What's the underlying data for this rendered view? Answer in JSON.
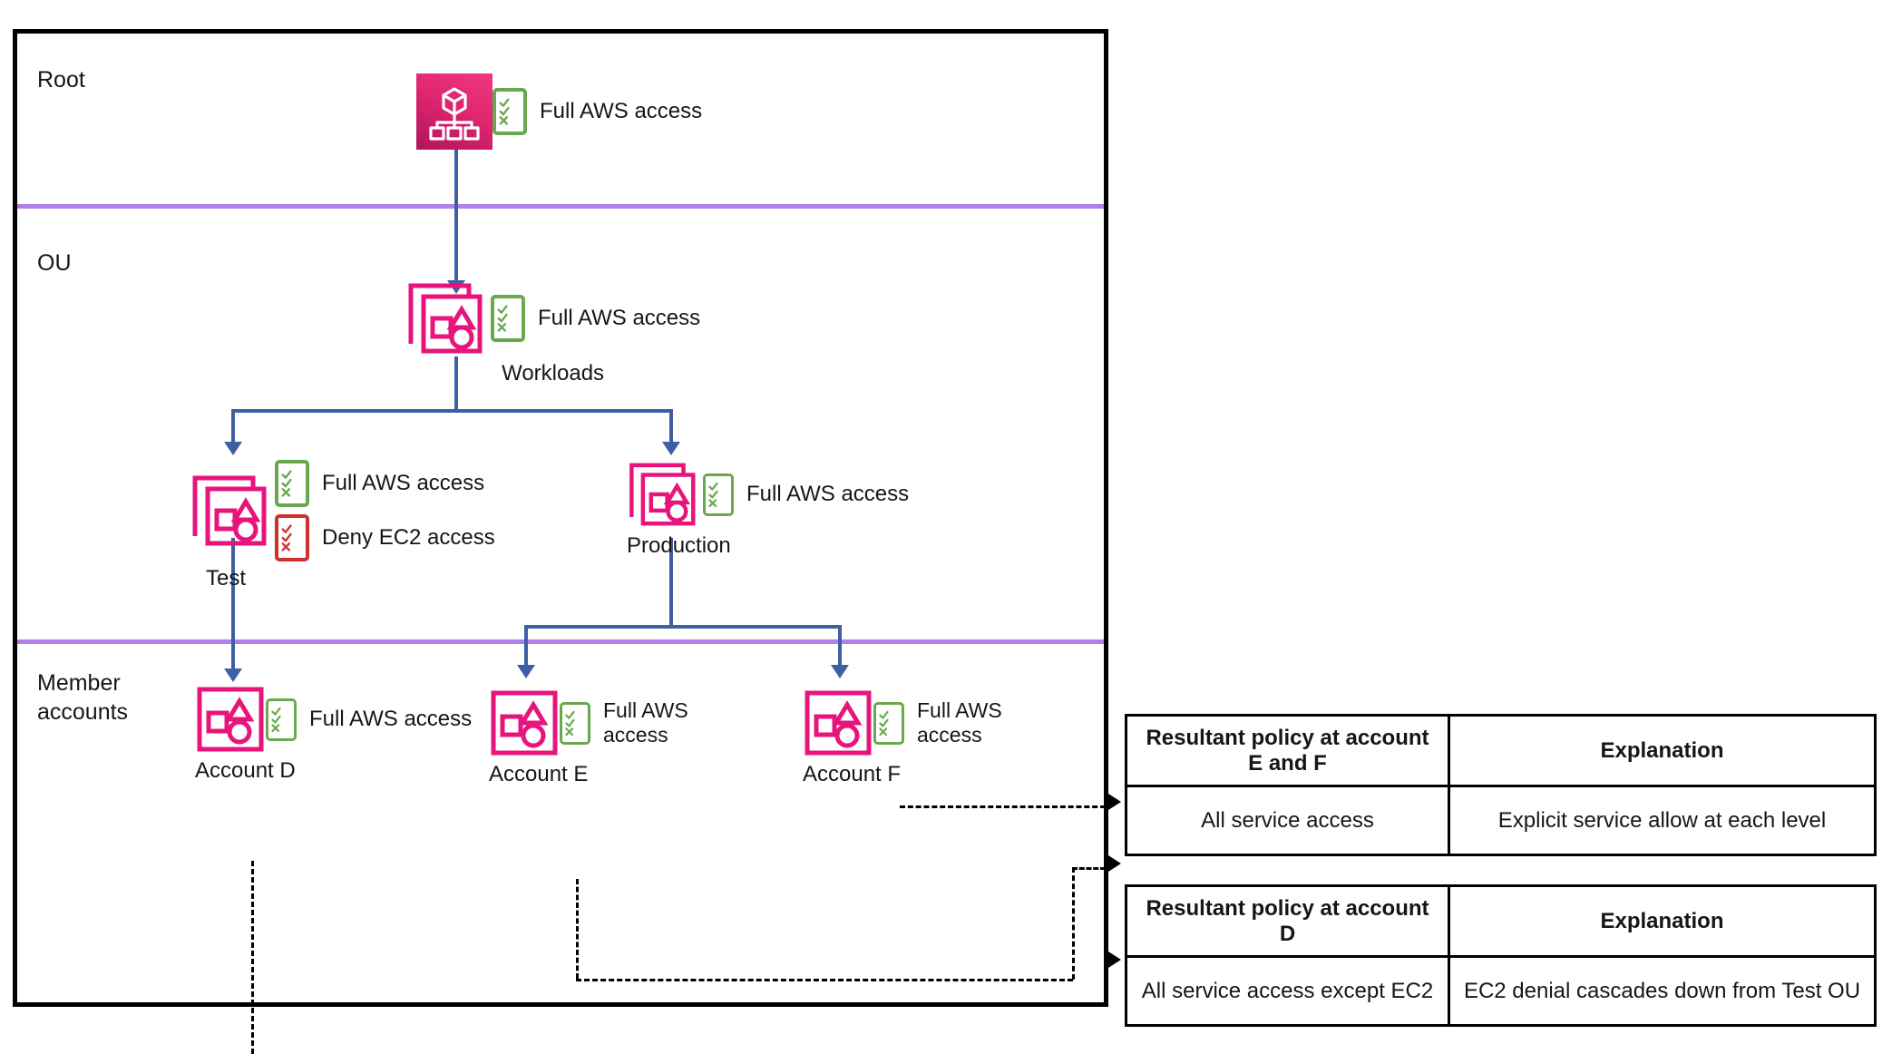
{
  "tiers": {
    "root": "Root",
    "ou": "OU",
    "member": "Member\naccounts"
  },
  "nodes": {
    "organization_root": {
      "icon": "aws-organizations-icon",
      "policies": [
        {
          "label": "Full AWS access",
          "type": "allow"
        }
      ]
    },
    "workloads_ou": {
      "caption": "Workloads",
      "icon": "organizational-unit-icon",
      "policies": [
        {
          "label": "Full AWS access",
          "type": "allow"
        }
      ]
    },
    "test_ou": {
      "caption": "Test",
      "icon": "organizational-unit-icon",
      "policies": [
        {
          "label": "Full AWS access",
          "type": "allow"
        },
        {
          "label": "Deny EC2 access",
          "type": "deny"
        }
      ]
    },
    "production_ou": {
      "caption": "Production",
      "icon": "organizational-unit-icon",
      "policies": [
        {
          "label": "Full AWS access",
          "type": "allow"
        }
      ]
    },
    "account_d": {
      "caption": "Account D",
      "icon": "aws-account-icon",
      "policies": [
        {
          "label": "Full AWS access",
          "type": "allow"
        }
      ]
    },
    "account_e": {
      "caption": "Account E",
      "icon": "aws-account-icon",
      "policies": [
        {
          "label": "Full AWS\naccess",
          "type": "allow"
        }
      ]
    },
    "account_f": {
      "caption": "Account F",
      "icon": "aws-account-icon",
      "policies": [
        {
          "label": "Full AWS\naccess",
          "type": "allow"
        }
      ]
    }
  },
  "tables": [
    {
      "id": "resultant-policy-ef",
      "headers": [
        "Resultant policy at account E and F",
        "Explanation"
      ],
      "rows": [
        [
          "All service access",
          "Explicit service allow at each level"
        ]
      ]
    },
    {
      "id": "resultant-policy-d",
      "headers": [
        "Resultant policy at account D",
        "Explanation"
      ],
      "rows": [
        [
          "All service access except EC2",
          "EC2 denial cascades down from Test OU"
        ]
      ]
    }
  ],
  "colors": {
    "aws_pink": "#e7157b",
    "org_gradient_start": "#f0387f",
    "org_gradient_end": "#b0145c",
    "allow_green": "#6aa84f",
    "deny_red": "#d0302f",
    "connector_blue": "#3f5fa5",
    "tier_divider_purple": "#b07fe8",
    "frame_black": "#000000"
  }
}
